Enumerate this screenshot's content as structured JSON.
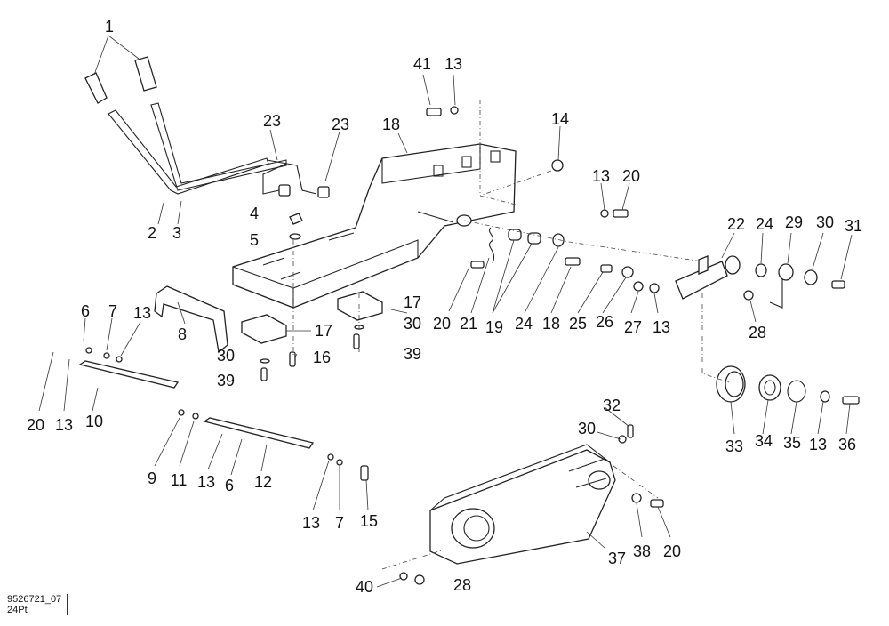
{
  "drawing": {
    "id_line1": "9526721_07",
    "id_line2": "24Pt"
  },
  "callouts": [
    "1",
    "41",
    "13",
    "23",
    "23",
    "18",
    "14",
    "13",
    "20",
    "4",
    "5",
    "22",
    "24",
    "29",
    "30",
    "31",
    "3",
    "2",
    "6",
    "7",
    "13",
    "17",
    "30",
    "17",
    "20",
    "21",
    "19",
    "24",
    "18",
    "25",
    "26",
    "27",
    "13",
    "28",
    "8",
    "30",
    "16",
    "39",
    "39",
    "20",
    "13",
    "10",
    "9",
    "11",
    "13",
    "6",
    "12",
    "13",
    "7",
    "15",
    "33",
    "34",
    "35",
    "13",
    "36",
    "32",
    "30",
    "37",
    "38",
    "20",
    "40",
    "28"
  ]
}
